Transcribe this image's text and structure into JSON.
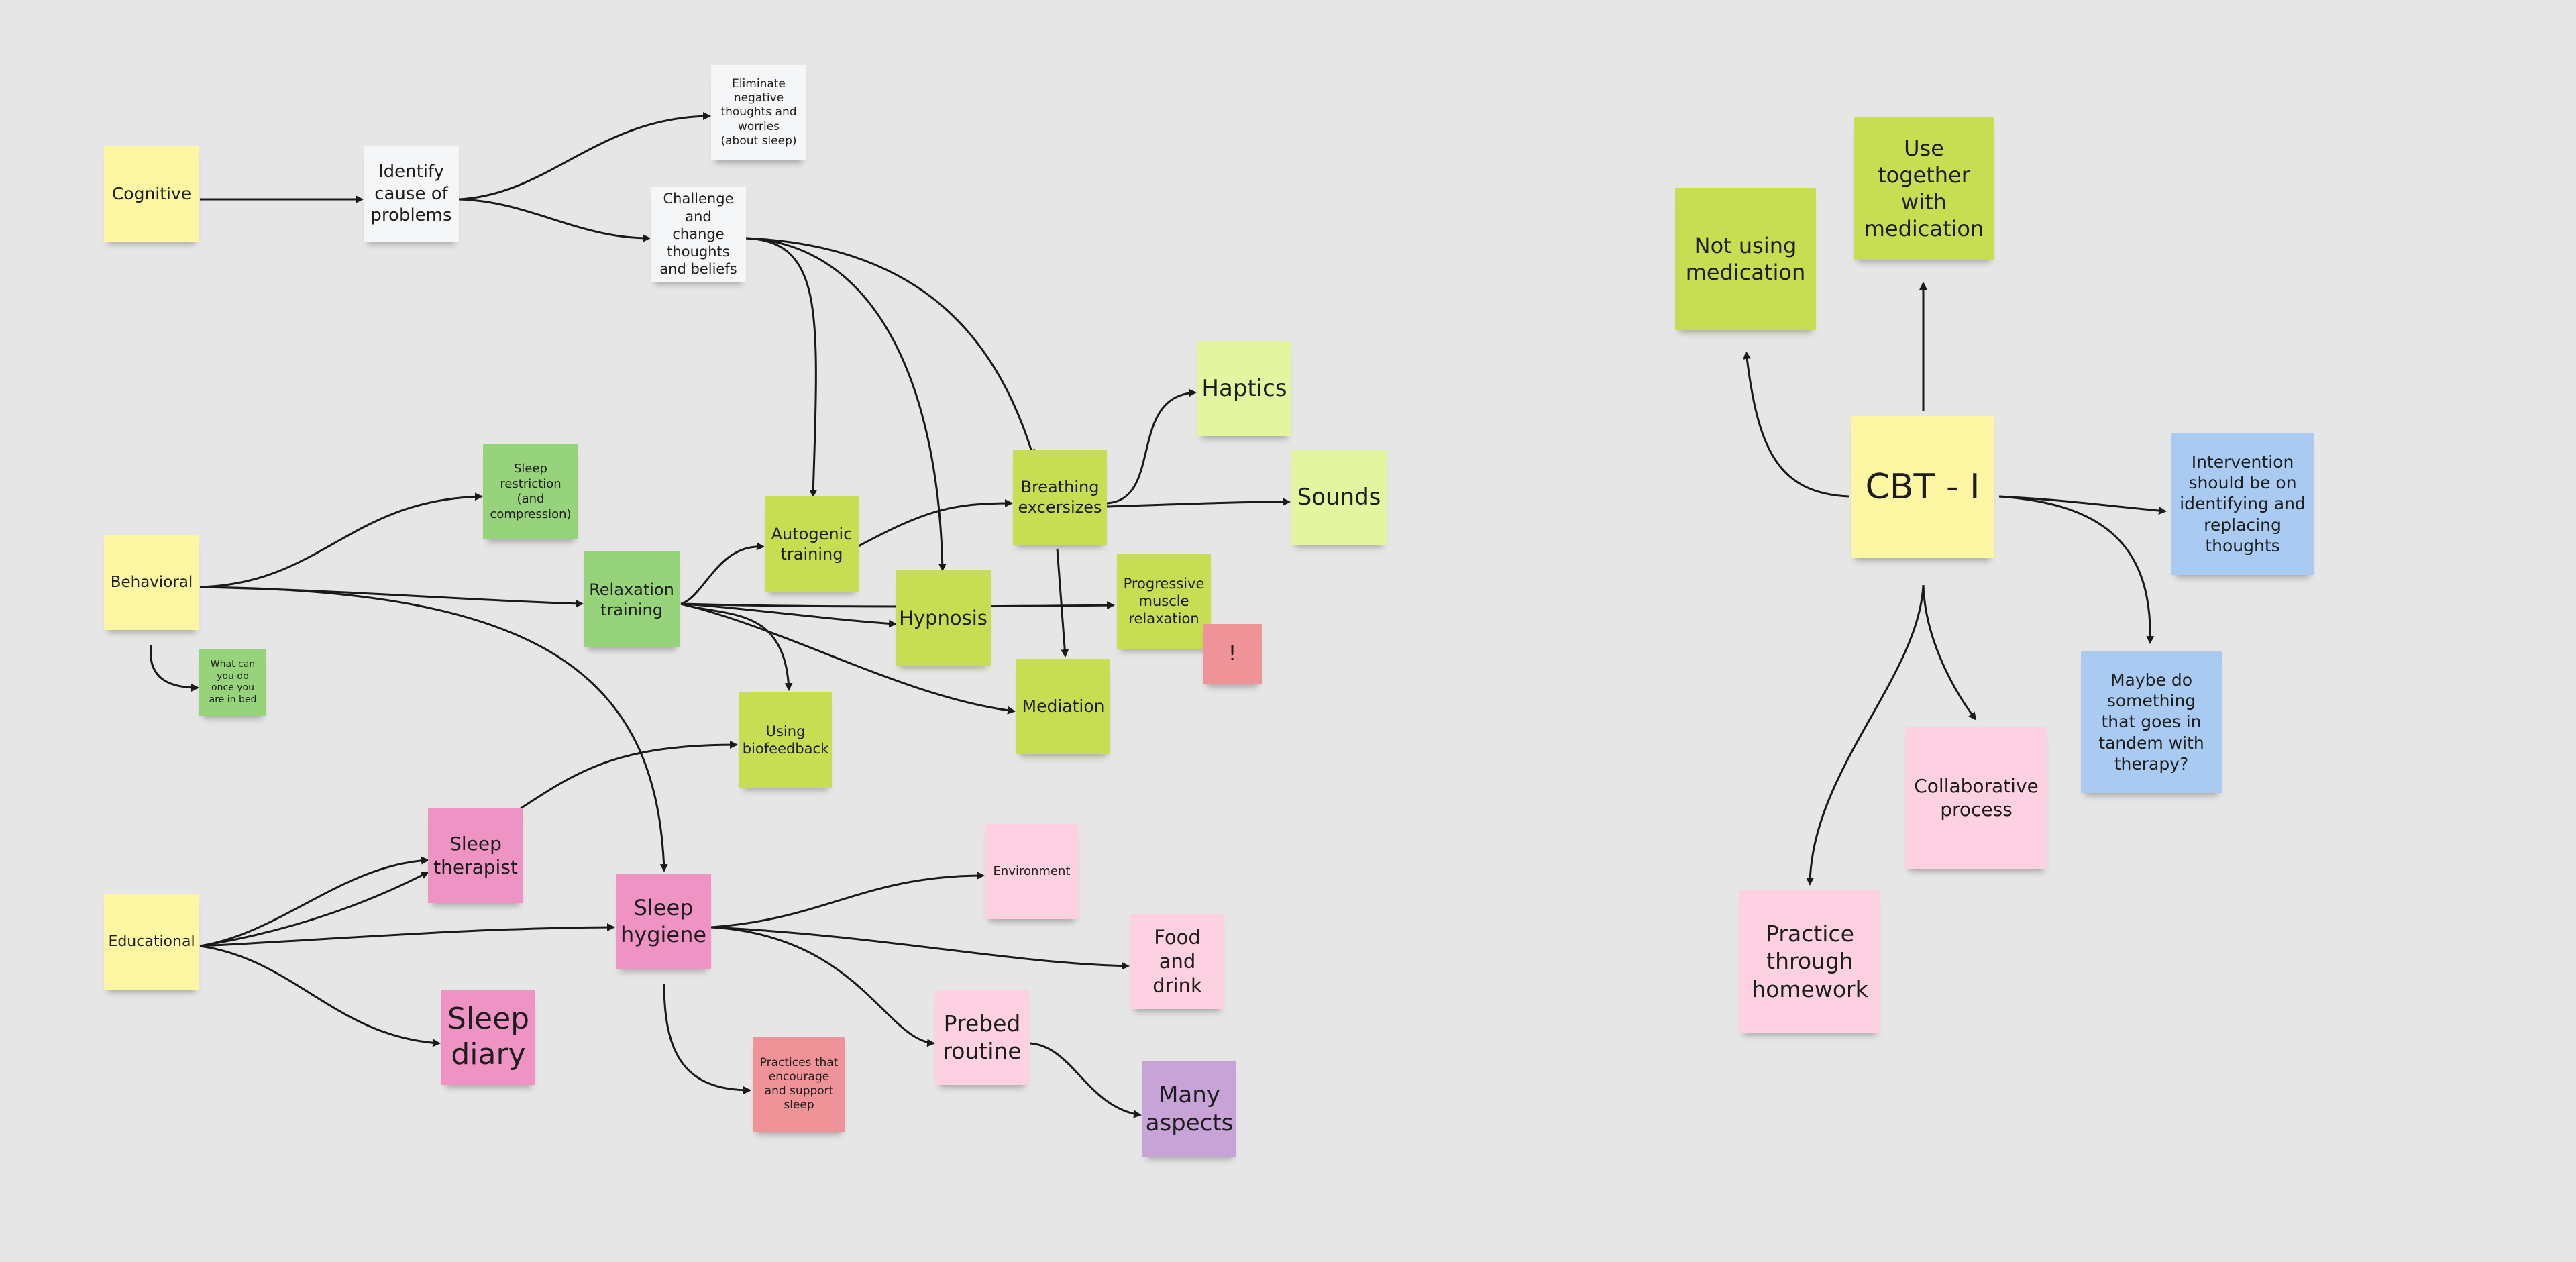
{
  "colors": {
    "yellow": "#fdf7a4",
    "lime": "#c7dd52",
    "light_lime": "#e3f59e",
    "green": "#97d37b",
    "white": "#f5f6f8",
    "pink": "#ee93c3",
    "light_pink": "#fdd1e1",
    "red": "#ef9399",
    "purple": "#c7a3d8",
    "blue": "#a9cbf2",
    "background": "#e6e6e6",
    "connector": "#1a1a1a"
  },
  "notes": {
    "cognitive": "Cognitive",
    "identify": "Identify cause of problems",
    "eliminate": "Eliminate negative thoughts and worries (about sleep)",
    "challenge": "Challenge and change thoughts and beliefs",
    "behavioral": "Behavioral",
    "sleep_restriction": "Sleep restriction (and compression)",
    "what_can_you_do": "What can you do once you are in bed",
    "relaxation": "Relaxation training",
    "autogenic": "Autogenic training",
    "breathing": "Breathing excersizes",
    "haptics": "Haptics",
    "sounds": "Sounds",
    "hypnosis": "Hypnosis",
    "progressive": "Progressive muscle relaxation",
    "exclaim": "!",
    "biofeedback": "Using biofeedback",
    "mediation": "Mediation",
    "educational": "Educational",
    "sleep_therapist": "Sleep therapist",
    "sleep_hygiene": "Sleep hygiene",
    "sleep_diary": "Sleep diary",
    "environment": "Environment",
    "food_drink": "Food and drink",
    "prebed": "Prebed routine",
    "practices": "Practices that encourage and support sleep",
    "many_aspects": "Many aspects",
    "cbt": "CBT - I",
    "not_using": "Not using medication",
    "use_together": "Use together with medication",
    "intervention": "Intervention should be on identifying and replacing thoughts",
    "maybe": "Maybe do something that goes in tandem with therapy?",
    "collaborative": "Collaborative process",
    "homework": "Practice through homework"
  }
}
